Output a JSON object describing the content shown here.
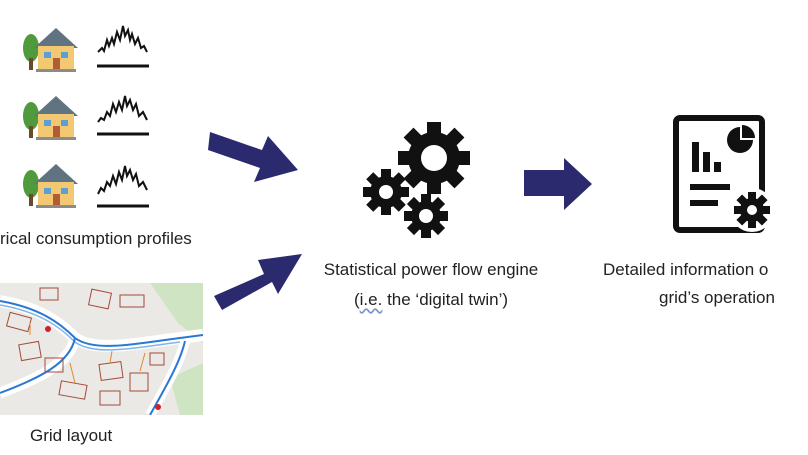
{
  "inputs": {
    "profiles_label": "rical consumption profiles",
    "grid_label": "Grid layout"
  },
  "engine": {
    "line1": "Statistical power flow engine",
    "line2_prefix": "(",
    "line2_ie": "i.e.",
    "line2_suffix": " the ‘digital twin’)"
  },
  "output": {
    "line1": "Detailed information o",
    "line2": "grid’s operation"
  },
  "colors": {
    "arrow": "#2b2a6e",
    "icon": "#111111",
    "house_body": "#f3c872",
    "house_roof": "#6b7f8c",
    "tree": "#4f9a3c"
  }
}
